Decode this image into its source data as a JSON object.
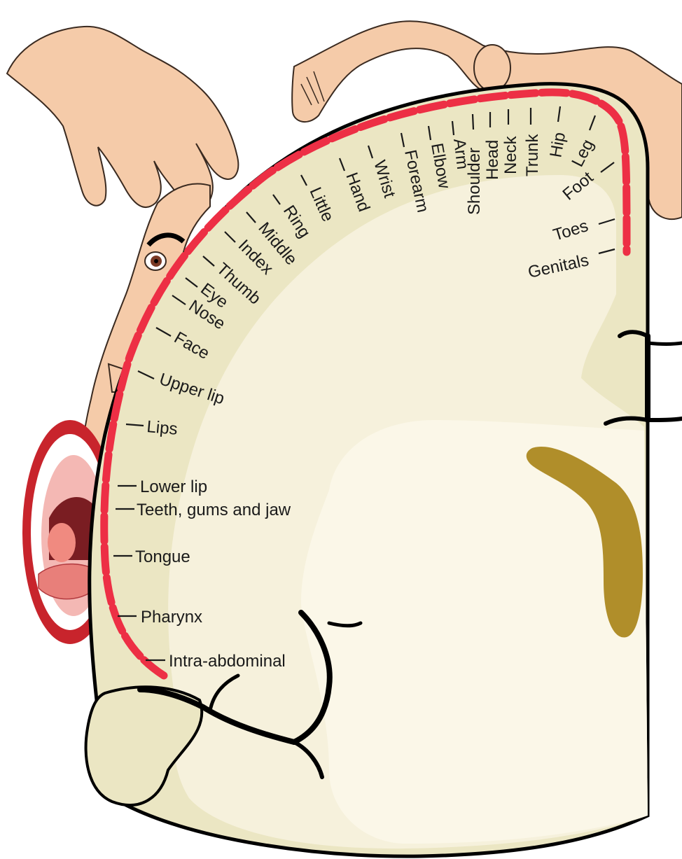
{
  "colors": {
    "cortex_outline": "#000000",
    "gray_matter": "#ebe6c3",
    "white_matter": "#f6f1dc",
    "inner_white": "#fbf7e8",
    "projection_line": "#ed2f45",
    "skin": "#f5cba9",
    "skin_outline": "#3a2a20",
    "ventricle": "#b08e2a",
    "label_text": "#1a1a1a"
  },
  "labels": {
    "little": "Little",
    "hand": "Hand",
    "wrist": "Wrist",
    "forearm": "Forearm",
    "elbow": "Elbow",
    "arm": "Arm",
    "shoulder": "Shoulder",
    "head": "Head",
    "neck": "Neck",
    "trunk": "Trunk",
    "hip": "Hip",
    "leg": "Leg",
    "foot": "Foot",
    "toes": "Toes",
    "genitals": "Genitals",
    "ring": "Ring",
    "middle": "Middle",
    "index": "Index",
    "thumb": "Thumb",
    "eye": "Eye",
    "nose": "Nose",
    "face": "Face",
    "upper_lip": "Upper lip",
    "lips": "Lips",
    "lower_lip": "Lower lip",
    "teeth_gums_jaw": "Teeth, gums and jaw",
    "tongue": "Tongue",
    "pharynx": "Pharynx",
    "intra_abdominal": "Intra-abdominal"
  },
  "icons": {
    "hand": "hand-illustration-icon",
    "body": "body-illustration-icon",
    "face": "face-illustration-icon",
    "eye": "eye-icon",
    "mouth": "open-mouth-icon",
    "ventricle": "ventricle-shape-icon"
  }
}
